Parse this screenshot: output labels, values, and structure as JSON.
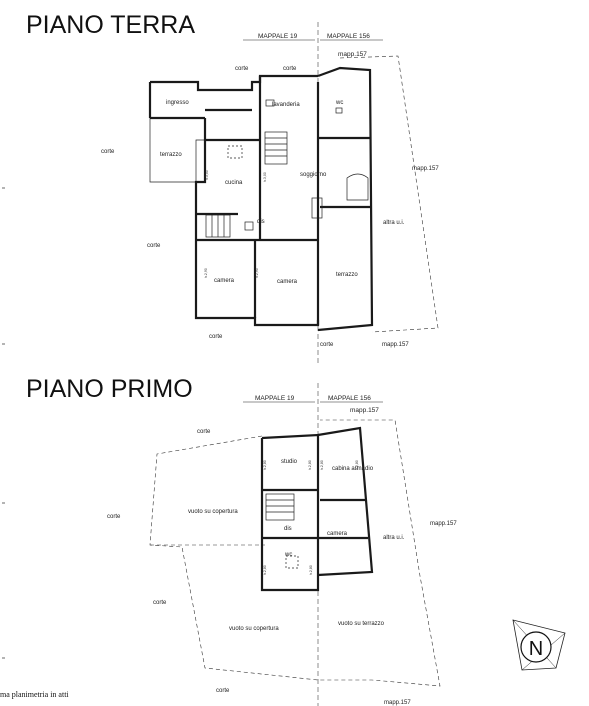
{
  "titles": {
    "ground": "PIANO TERRA",
    "first": "PIANO PRIMO"
  },
  "mappali": {
    "m19": "MAPPALE 19",
    "m156": "MAPPALE 156",
    "m157": "mapp.157"
  },
  "rooms": {
    "corte": "corte",
    "ingresso": "ingresso",
    "lavanderia": "lavanderia",
    "wc": "wc",
    "terrazzo": "terrazzo",
    "cucina": "cucina",
    "soggiorno": "soggiorno",
    "disimpegno": "dis",
    "camera": "camera",
    "altra_ui": "altra u.i.",
    "studio": "studio",
    "cabina_armadio": "cabina\narmadio",
    "vuoto_copertura": "vuoto su copertura",
    "vuoto_terrazzo": "vuoto su terrazzo"
  },
  "heights": {
    "h1": "h.3,00",
    "h2": "h.2,90",
    "h3": "h.2,80"
  },
  "compass": {
    "letter": "N"
  },
  "caption": "ma planimetria in atti"
}
